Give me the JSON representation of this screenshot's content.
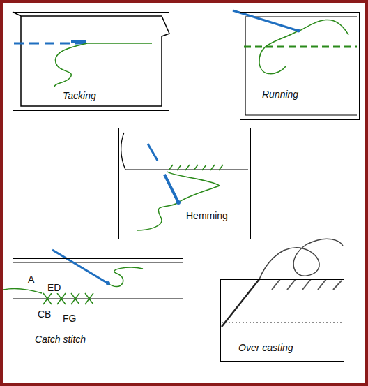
{
  "diagram": {
    "nodes": [
      {
        "text": [
          "Tacking"
        ]
      },
      {
        "text": [
          "Running"
        ]
      },
      {
        "text": [
          "Hemming"
        ]
      },
      {
        "text": [
          "A",
          "ED",
          "CB",
          "FG",
          "Catch stitch"
        ]
      },
      {
        "text": [
          "Over casting"
        ]
      }
    ]
  }
}
